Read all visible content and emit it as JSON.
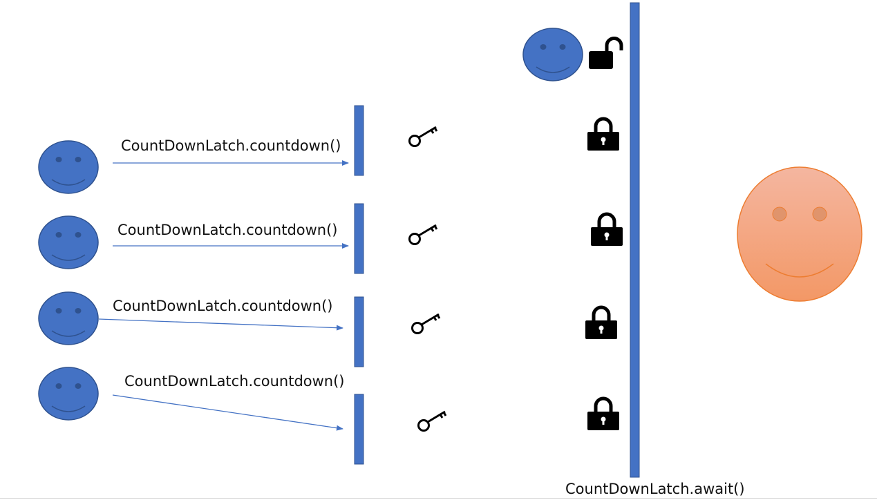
{
  "labels": {
    "countdown_1": "CountDownLatch.countdown()",
    "countdown_2": "CountDownLatch.countdown()",
    "countdown_3": "CountDownLatch.countdown()",
    "countdown_4": "CountDownLatch.countdown()",
    "await": "CountDownLatch.await()"
  },
  "icons": {
    "worker": "smiley-face-icon",
    "waiter": "smiley-face-icon",
    "key": "key-icon",
    "locked": "padlock-closed-icon",
    "unlocked": "padlock-open-icon"
  },
  "colors": {
    "worker_face": "#4472c4",
    "worker_outline": "#2f528f",
    "waiter_face_top": "#f4b6a0",
    "waiter_face_bottom": "#f39866",
    "waiter_outline": "#ed7d31",
    "arrow": "#4472c4",
    "barrier": "#4472c4",
    "lock": "#000000"
  }
}
